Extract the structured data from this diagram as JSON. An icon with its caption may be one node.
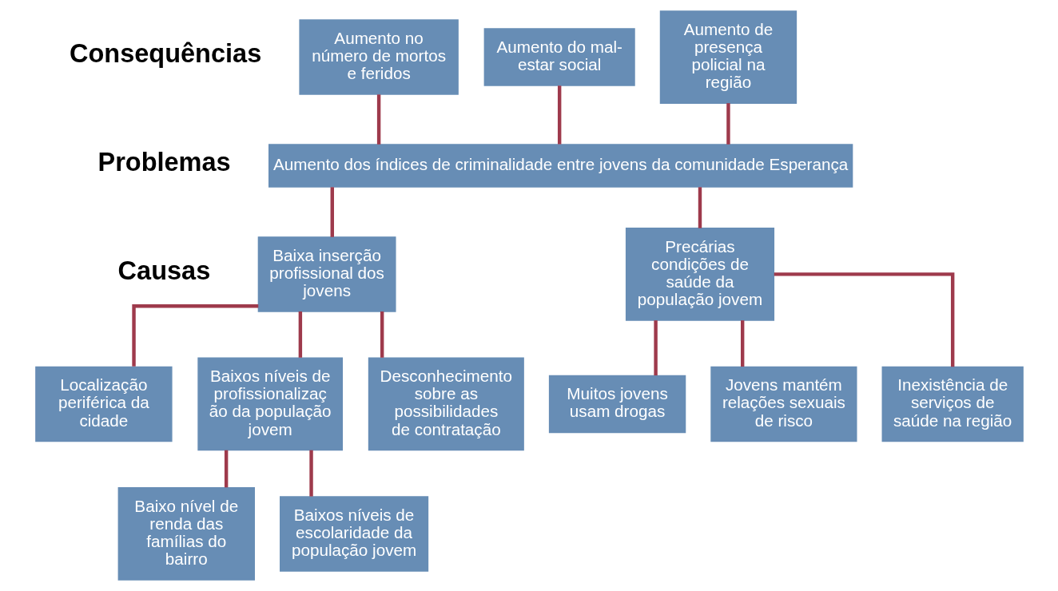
{
  "diagram": {
    "nodes": [
      {
        "text": [
          "Aumento de presença policial na região"
        ]
      },
      {
        "text": [
          "Aumento no número de mortos e feridos"
        ]
      },
      {
        "text": [
          "Aumento do mal-estar social"
        ]
      },
      {
        "text": [
          "Aumento dos índices de criminalidade entre jovens da comunidade Esperança"
        ]
      },
      {
        "text": [
          "Baixa inserção profissional dos jovens"
        ]
      },
      {
        "text": [
          "Precárias condições de saúde da população jovem"
        ]
      },
      {
        "text": [
          "Localização periférica da cidade"
        ]
      },
      {
        "text": [
          "Baixos níveis de profissionalização da população jovem"
        ]
      },
      {
        "text": [
          "Desconhecimento sobre as possibilidades de contratação"
        ]
      },
      {
        "text": [
          "Muitos jovens usam drogas"
        ]
      },
      {
        "text": [
          "Jovens mantém relações sexuais de risco"
        ]
      },
      {
        "text": [
          "Inexistência de serviços de saúde na região"
        ]
      },
      {
        "text": [
          "Baixo nível de renda das famílias do bairro"
        ]
      },
      {
        "text": [
          "Baixos níveis de escolaridade da população jovem"
        ]
      }
    ],
    "edges": [
      {
        "from": 0,
        "to": 3,
        "arrow": "none"
      },
      {
        "from": 1,
        "to": 3,
        "arrow": "none"
      },
      {
        "from": 2,
        "to": 3,
        "arrow": "none"
      },
      {
        "from": 3,
        "to": 4,
        "arrow": "none"
      },
      {
        "from": 3,
        "to": 5,
        "arrow": "none"
      },
      {
        "from": 4,
        "to": 6,
        "arrow": "none"
      },
      {
        "from": 4,
        "to": 7,
        "arrow": "none"
      },
      {
        "from": 4,
        "to": 8,
        "arrow": "none"
      },
      {
        "from": 5,
        "to": 9,
        "arrow": "none"
      },
      {
        "from": 5,
        "to": 10,
        "arrow": "none"
      },
      {
        "from": 5,
        "to": 11,
        "arrow": "none"
      },
      {
        "from": 7,
        "to": 12,
        "arrow": "none"
      },
      {
        "from": 7,
        "to": 13,
        "arrow": "none"
      }
    ],
    "labels": [
      "Consequências",
      "Problemas",
      "Causas"
    ]
  }
}
